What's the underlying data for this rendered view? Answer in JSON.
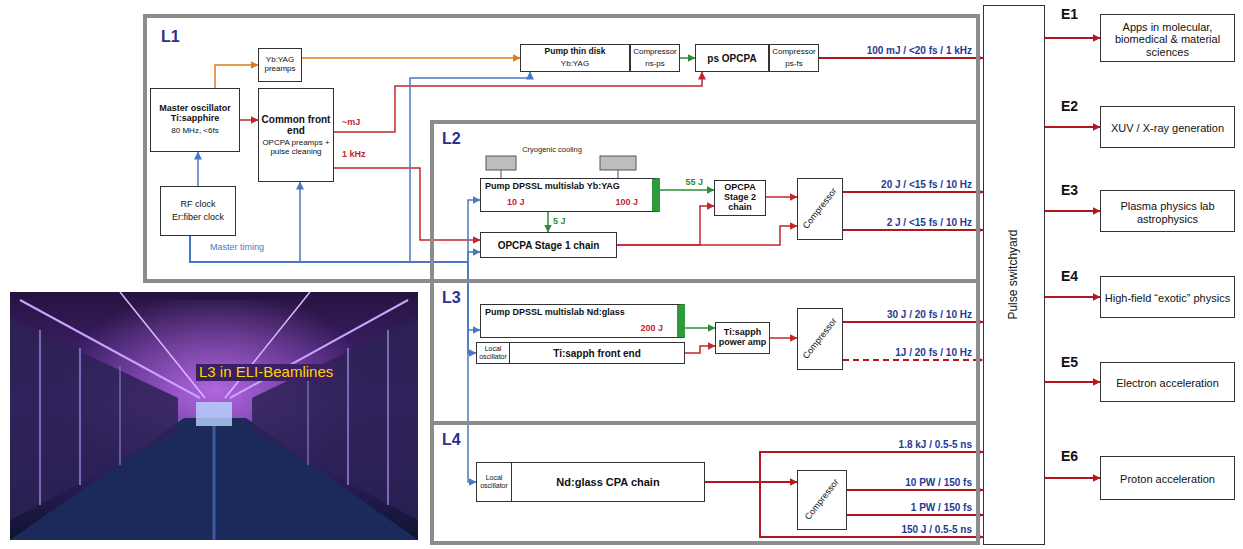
{
  "diagram": {
    "nodes": [
      {
        "text": [
          "L1"
        ]
      },
      {
        "text": [
          "Master oscillator Ti:sapphire",
          "80 MHz, <6fs"
        ],
        "in": 0
      },
      {
        "text": [
          "Yb:YAG preamps"
        ],
        "in": 0
      },
      {
        "text": [
          "Common front end",
          "OPCPA preamps + pulse cleaning"
        ],
        "in": 0
      },
      {
        "text": [
          "RF clock",
          "Er:fiber clock"
        ],
        "in": 0
      },
      {
        "text": [
          "Pump thin disk",
          "Yb:YAG"
        ],
        "in": 0
      },
      {
        "text": [
          "Compressor",
          "ns-ps"
        ],
        "in": 0
      },
      {
        "text": [
          "ps OPCPA"
        ],
        "in": 0
      },
      {
        "text": [
          "Compressor",
          "ps-fs"
        ],
        "in": 0
      },
      {
        "text": [
          "L2"
        ],
        "in": 0
      },
      {
        "text": [
          "Pump DPSSL multislab Yb:YAG",
          "10 J",
          "100 J"
        ],
        "in": 9
      },
      {
        "text": [
          "OPCPA Stage 1 chain"
        ],
        "in": 9
      },
      {
        "text": [
          "OPCPA Stage 2 chain"
        ],
        "in": 9
      },
      {
        "text": [
          "Compressor"
        ],
        "in": 9
      },
      {
        "text": [
          "L3"
        ]
      },
      {
        "text": [
          "Pump DPSSL multislab Nd:glass",
          "200 J"
        ],
        "in": 14
      },
      {
        "text": [
          "Local oscillator"
        ],
        "in": 14
      },
      {
        "text": [
          "Ti:sapph front end"
        ],
        "in": 14
      },
      {
        "text": [
          "Ti:sapph power amp"
        ],
        "in": 14
      },
      {
        "text": [
          "Compressor"
        ],
        "in": 14
      },
      {
        "text": [
          "L4"
        ]
      },
      {
        "text": [
          "Local oscillator"
        ],
        "in": 20
      },
      {
        "text": [
          "Nd:glass CPA chain"
        ],
        "in": 20
      },
      {
        "text": [
          "Compressor"
        ],
        "in": 20
      },
      {
        "text": [
          "Pulse switchyard"
        ]
      },
      {
        "text": [
          "E1",
          "Apps in molecular, biomedical & material sciences"
        ]
      },
      {
        "text": [
          "E2",
          "XUV / X-ray generation"
        ]
      },
      {
        "text": [
          "E3",
          "Plasma physics lab astrophysics"
        ]
      },
      {
        "text": [
          "E4",
          "High-field “exotic” physics"
        ]
      },
      {
        "text": [
          "E5",
          "Electron acceleration"
        ]
      },
      {
        "text": [
          "E6",
          "Proton acceleration"
        ]
      }
    ],
    "edges": [
      {
        "from": 1,
        "to": 2,
        "arrow": "to"
      },
      {
        "from": 2,
        "to": 5,
        "arrow": "to"
      },
      {
        "from": 1,
        "to": 3,
        "arrow": "to"
      },
      {
        "from": 3,
        "to": 7,
        "arrow": "to"
      },
      {
        "from": 3,
        "to": 11,
        "arrow": "to"
      },
      {
        "from": 4,
        "to": 1,
        "arrow": "to"
      },
      {
        "from": 4,
        "to": 3,
        "arrow": "to"
      },
      {
        "from": 4,
        "to": 5,
        "arrow": "to"
      },
      {
        "from": 4,
        "to": 10,
        "arrow": "to"
      },
      {
        "from": 4,
        "to": 11,
        "arrow": "to"
      },
      {
        "from": 4,
        "to": 15,
        "arrow": "to"
      },
      {
        "from": 4,
        "to": 16,
        "arrow": "to"
      },
      {
        "from": 4,
        "to": 21,
        "arrow": "to"
      },
      {
        "from": 6,
        "to": 7,
        "arrow": "to"
      },
      {
        "from": 8,
        "to": 24,
        "arrow": "to",
        "label": "100 mJ / <20 fs / 1 kHz"
      },
      {
        "from": 10,
        "to": 12,
        "arrow": "to",
        "label": "55 J"
      },
      {
        "from": 10,
        "to": 11,
        "arrow": "to",
        "label": "5 J"
      },
      {
        "from": 11,
        "to": 12,
        "arrow": "to"
      },
      {
        "from": 11,
        "to": 13,
        "arrow": "to"
      },
      {
        "from": 12,
        "to": 13,
        "arrow": "to"
      },
      {
        "from": 13,
        "to": 24,
        "arrow": "to",
        "label": "20 J / <15 fs / 10 Hz"
      },
      {
        "from": 13,
        "to": 24,
        "arrow": "to",
        "label": "2 J / <15 fs / 10 Hz"
      },
      {
        "from": 15,
        "to": 18,
        "arrow": "to"
      },
      {
        "from": 17,
        "to": 18,
        "arrow": "to"
      },
      {
        "from": 18,
        "to": 19,
        "arrow": "to"
      },
      {
        "from": 19,
        "to": 24,
        "arrow": "to",
        "label": "30 J / 20 fs / 10 Hz"
      },
      {
        "from": 19,
        "to": 24,
        "arrow": "to",
        "label": "1J / 20 fs / 10 Hz"
      },
      {
        "from": 22,
        "to": 24,
        "arrow": "to",
        "label": "1.8 kJ / 0.5-5 ns"
      },
      {
        "from": 22,
        "to": 23,
        "arrow": "to"
      },
      {
        "from": 23,
        "to": 24,
        "arrow": "to",
        "label": "10 PW / 150 fs"
      },
      {
        "from": 23,
        "to": 24,
        "arrow": "to",
        "label": "1 PW / 150 fs"
      },
      {
        "from": 22,
        "to": 24,
        "arrow": "to",
        "label": "150 J / 0.5-5 ns"
      },
      {
        "from": 24,
        "to": 25,
        "arrow": "to"
      },
      {
        "from": 24,
        "to": 26,
        "arrow": "to"
      },
      {
        "from": 24,
        "to": 27,
        "arrow": "to"
      },
      {
        "from": 24,
        "to": 28,
        "arrow": "to"
      },
      {
        "from": 24,
        "to": 29,
        "arrow": "to"
      },
      {
        "from": 24,
        "to": 30,
        "arrow": "to"
      }
    ],
    "labels": [
      "~mJ",
      "1 kHz",
      "Master timing",
      "Cryogenic cooling",
      "L3 in ELI-Beamlines"
    ]
  }
}
